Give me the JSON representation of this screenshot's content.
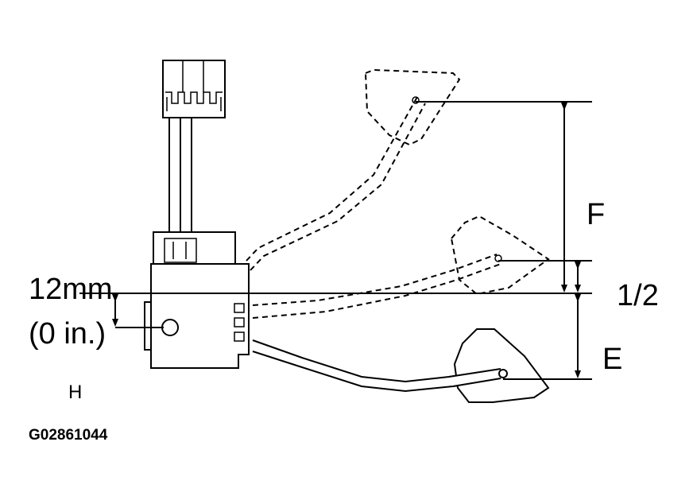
{
  "labels": {
    "f": "F",
    "half": "1/2",
    "e": "E",
    "measure": "12mm",
    "measure_inch": "(0 in.)",
    "h": "H",
    "figure_id": "G02861044"
  }
}
